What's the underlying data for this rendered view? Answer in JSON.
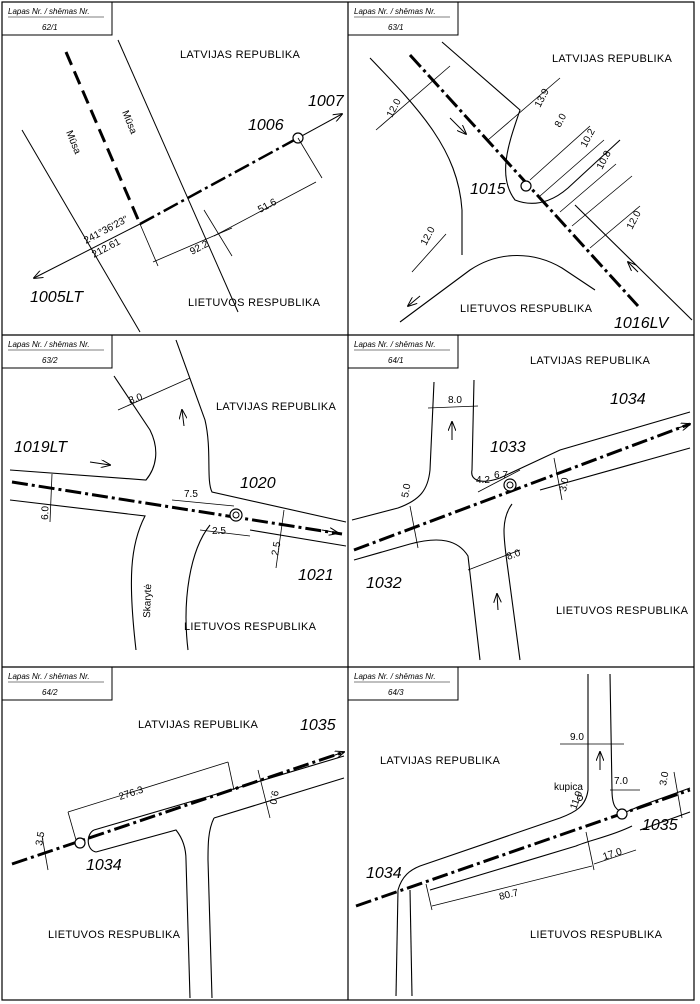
{
  "header_label": "Lapas Nr. / shēmas Nr.",
  "panels": [
    {
      "sheet_no": "62/1",
      "country_top": "LATVIJAS REPUBLIKA",
      "country_bottom": "LIETUVOS RESPUBLIKA",
      "points": [
        "1007",
        "1006",
        "1005LT"
      ],
      "river": "Mūsa",
      "dims": [
        "51.6",
        "92.2",
        "241°36'23\"",
        "212.61"
      ]
    },
    {
      "sheet_no": "63/1",
      "country_top": "LATVIJAS REPUBLIKA",
      "country_bottom": "LIETUVOS RESPUBLIKA",
      "points": [
        "1015",
        "1016LV"
      ],
      "dims": [
        "12.0",
        "13.9",
        "8.0",
        "10.2",
        "10.8",
        "12.0",
        "12.0"
      ]
    },
    {
      "sheet_no": "63/2",
      "country_top": "LATVIJAS REPUBLIKA",
      "country_bottom": "LIETUVOS RESPUBLIKA",
      "points": [
        "1019LT",
        "1020",
        "1021"
      ],
      "road": "Skarytė",
      "dims": [
        "8.0",
        "6.0",
        "7.5",
        "2.5",
        "2.5"
      ]
    },
    {
      "sheet_no": "64/1",
      "country_top": "LATVIJAS REPUBLIKA",
      "country_bottom": "LIETUVOS RESPUBLIKA",
      "points": [
        "1034",
        "1033",
        "1032"
      ],
      "dims": [
        "8.0",
        "5.0",
        "4.2",
        "6.7",
        "3.0",
        "8.0"
      ]
    },
    {
      "sheet_no": "64/2",
      "country_top": "LATVIJAS REPUBLIKA",
      "country_bottom": "LIETUVOS RESPUBLIKA",
      "points": [
        "1035",
        "1034"
      ],
      "dims": [
        "276.3",
        "3.5",
        "9.0"
      ]
    },
    {
      "sheet_no": "64/3",
      "country_top": "LATVIJAS REPUBLIKA",
      "country_bottom": "LIETUVOS RESPUBLIKA",
      "points": [
        "1034",
        "1035"
      ],
      "extra": "kupica",
      "dims": [
        "9.0",
        "7.0",
        "3.0",
        "11.9",
        "17.0",
        "80.7"
      ]
    }
  ]
}
